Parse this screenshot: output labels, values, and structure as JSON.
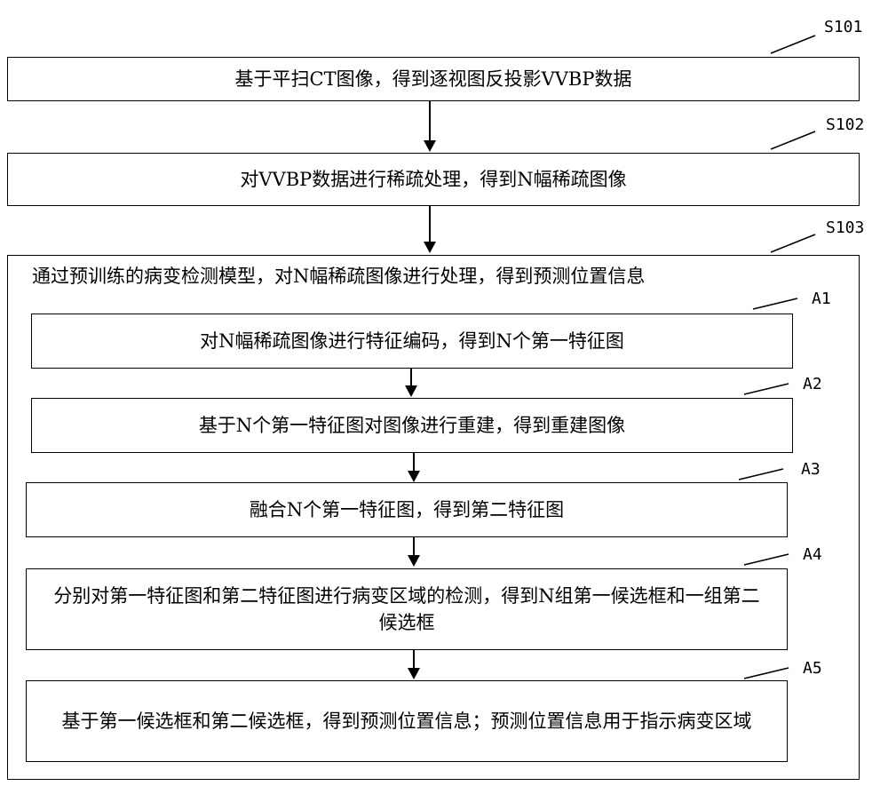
{
  "steps": [
    {
      "label": "S101",
      "text": "基于平扫CT图像，得到逐视图反投影VVBP数据"
    },
    {
      "label": "S102",
      "text": "对VVBP数据进行稀疏处理，得到N幅稀疏图像"
    },
    {
      "label": "S103",
      "text": "通过预训练的病变检测模型，对N幅稀疏图像进行处理，得到预测位置信息"
    }
  ],
  "substeps": [
    {
      "label": "A1",
      "text": "对N幅稀疏图像进行特征编码，得到N个第一特征图"
    },
    {
      "label": "A2",
      "text": "基于N个第一特征图对图像进行重建，得到重建图像"
    },
    {
      "label": "A3",
      "text": "融合N个第一特征图，得到第二特征图"
    },
    {
      "label": "A4",
      "text": "分别对第一特征图和第二特征图进行病变区域的检测，得到N组第一候选框和一组第二候选框"
    },
    {
      "label": "A5",
      "text": "基于第一候选框和第二候选框，得到预测位置信息；预测位置信息用于指示病变区域"
    }
  ]
}
